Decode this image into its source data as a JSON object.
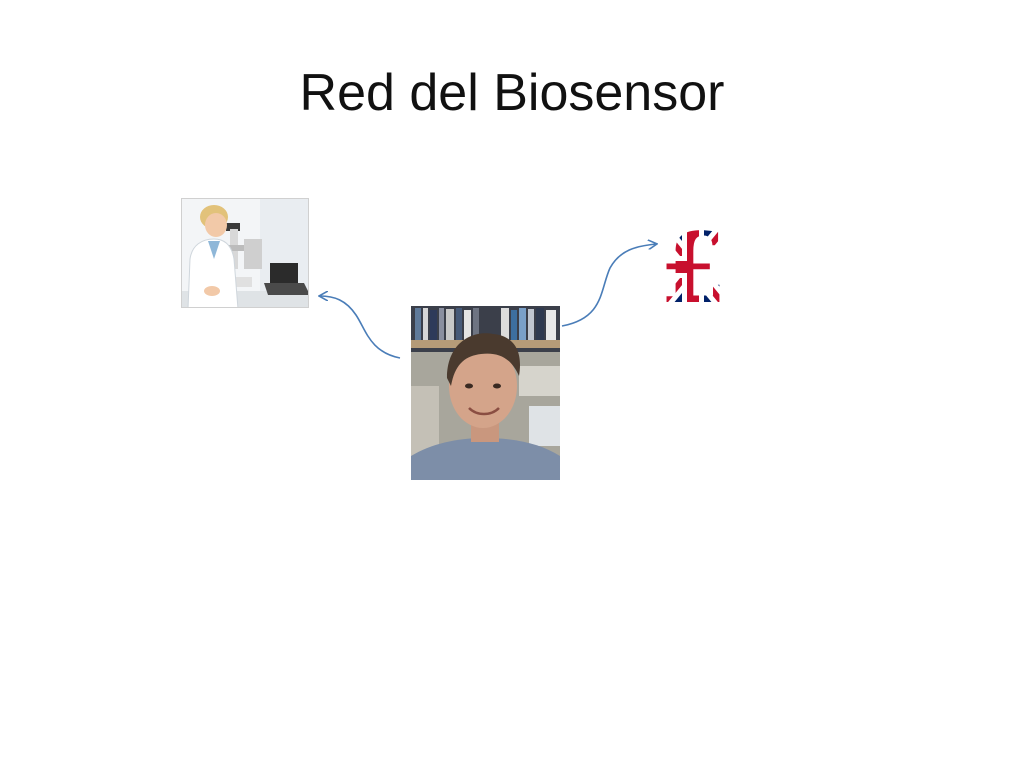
{
  "slide": {
    "title": "Red del Biosensor"
  },
  "diagram": {
    "nodes": [
      {
        "id": "researcher",
        "depicts": "lab-scientist-photo"
      },
      {
        "id": "person",
        "depicts": "person-portrait-photo"
      },
      {
        "id": "funding",
        "depicts": "union-jack-pound-sign"
      }
    ],
    "edges": [
      {
        "from": "person",
        "to": "researcher"
      },
      {
        "from": "person",
        "to": "funding"
      }
    ],
    "colors": {
      "arrow": "#4a7db8",
      "flag_red": "#c8102e",
      "flag_blue": "#012169"
    }
  }
}
